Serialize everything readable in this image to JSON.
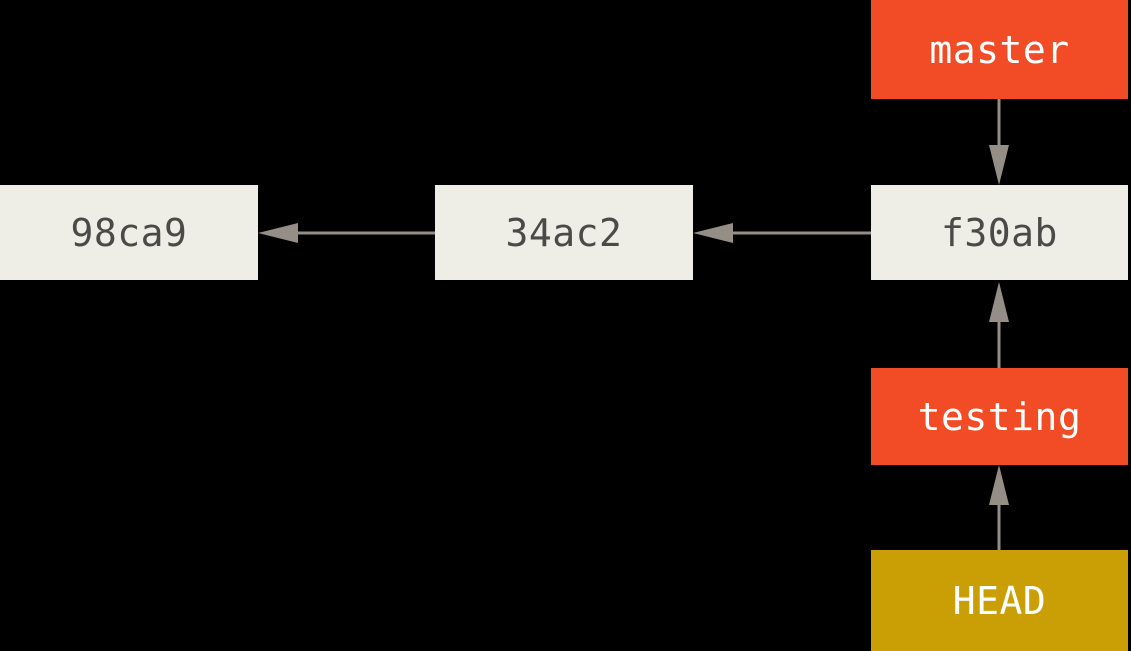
{
  "diagram": {
    "title": "git branch pointers diagram",
    "background_color": "#000000",
    "colors": {
      "commit_fill": "#EFEEE6",
      "commit_text": "#4A4A48",
      "branch_fill": "#F24C27",
      "branch_text": "#FFFFFF",
      "head_fill": "#CA9F06",
      "head_text": "#FFFFFF",
      "arrow": "#958E86"
    },
    "nodes": {
      "commit_98ca9": {
        "label": "98ca9",
        "type": "commit"
      },
      "commit_34ac2": {
        "label": "34ac2",
        "type": "commit"
      },
      "commit_f30ab": {
        "label": "f30ab",
        "type": "commit"
      },
      "branch_master": {
        "label": "master",
        "type": "branch"
      },
      "branch_testing": {
        "label": "testing",
        "type": "branch"
      },
      "pointer_head": {
        "label": "HEAD",
        "type": "head"
      }
    },
    "edges": [
      {
        "name": "f30ab-to-34ac2",
        "from": "f30ab",
        "to": "34ac2",
        "direction": "left"
      },
      {
        "name": "34ac2-to-98ca9",
        "from": "34ac2",
        "to": "98ca9",
        "direction": "left"
      },
      {
        "name": "master-to-f30ab",
        "from": "master",
        "to": "f30ab",
        "direction": "down"
      },
      {
        "name": "testing-to-f30ab",
        "from": "testing",
        "to": "f30ab",
        "direction": "up"
      },
      {
        "name": "head-to-testing",
        "from": "HEAD",
        "to": "testing",
        "direction": "up"
      }
    ]
  }
}
